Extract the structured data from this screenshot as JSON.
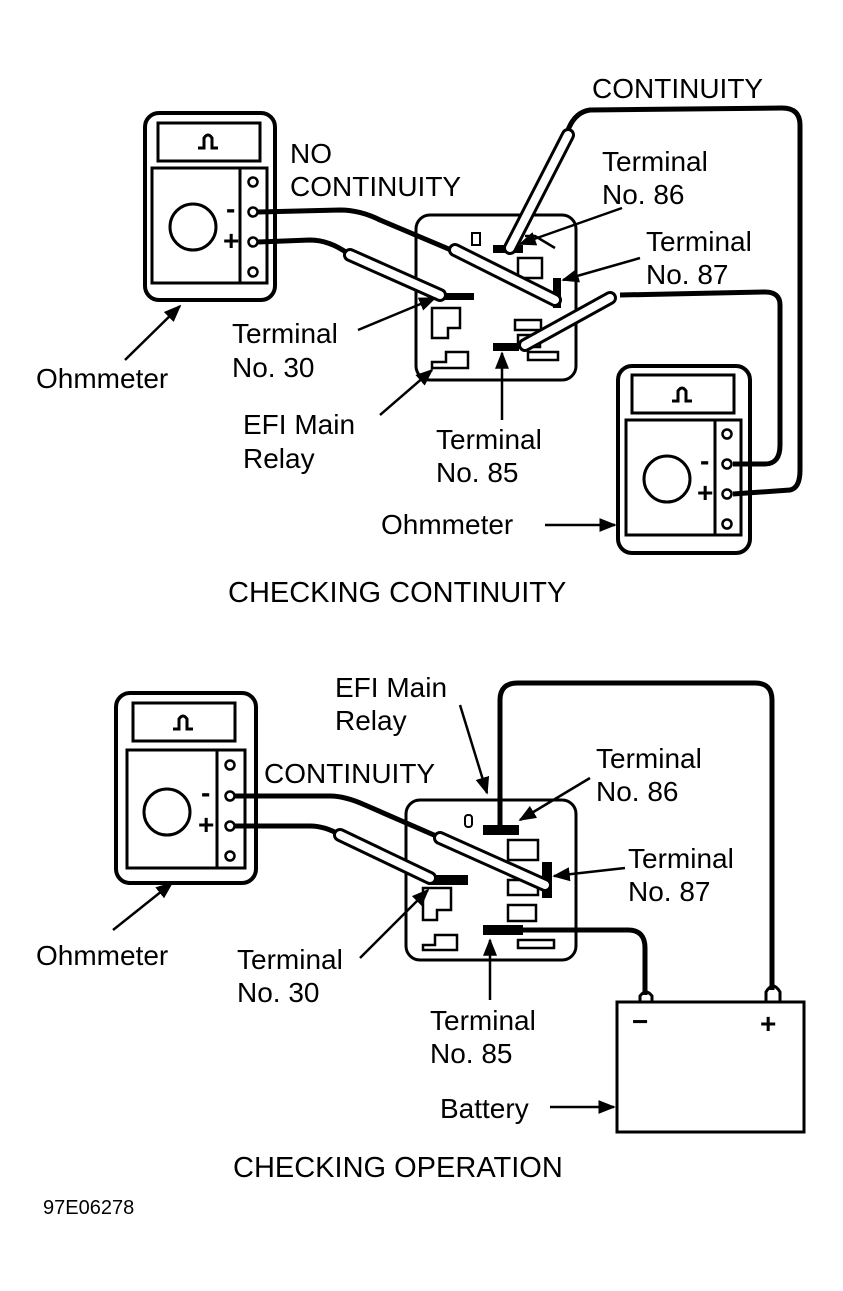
{
  "figure_id": "97E06278",
  "colors": {
    "ink": "#000000",
    "paper": "#ffffff"
  },
  "top_panel": {
    "caption": "CHECKING CONTINUITY",
    "labels": {
      "no_continuity_line1": "NO",
      "no_continuity_line2": "CONTINUITY",
      "continuity": "CONTINUITY",
      "terminal_86_line1": "Terminal",
      "terminal_86_line2": "No. 86",
      "terminal_87_line1": "Terminal",
      "terminal_87_line2": "No. 87",
      "terminal_30_line1": "Terminal",
      "terminal_30_line2": "No. 30",
      "terminal_85_line1": "Terminal",
      "terminal_85_line2": "No. 85",
      "relay_line1": "EFI Main",
      "relay_line2": "Relay",
      "ohmmeter_left": "Ohmmeter",
      "ohmmeter_right": "Ohmmeter"
    },
    "meter_symbols": {
      "minus": "-",
      "plus": "+"
    }
  },
  "bottom_panel": {
    "caption": "CHECKING OPERATION",
    "labels": {
      "relay_line1": "EFI Main",
      "relay_line2": "Relay",
      "continuity": "CONTINUITY",
      "terminal_86_line1": "Terminal",
      "terminal_86_line2": "No. 86",
      "terminal_87_line1": "Terminal",
      "terminal_87_line2": "No. 87",
      "terminal_30_line1": "Terminal",
      "terminal_30_line2": "No. 30",
      "terminal_85_line1": "Terminal",
      "terminal_85_line2": "No. 85",
      "ohmmeter": "Ohmmeter",
      "battery": "Battery",
      "battery_minus": "−",
      "battery_plus": "+"
    },
    "meter_symbols": {
      "minus": "-",
      "plus": "+"
    }
  }
}
